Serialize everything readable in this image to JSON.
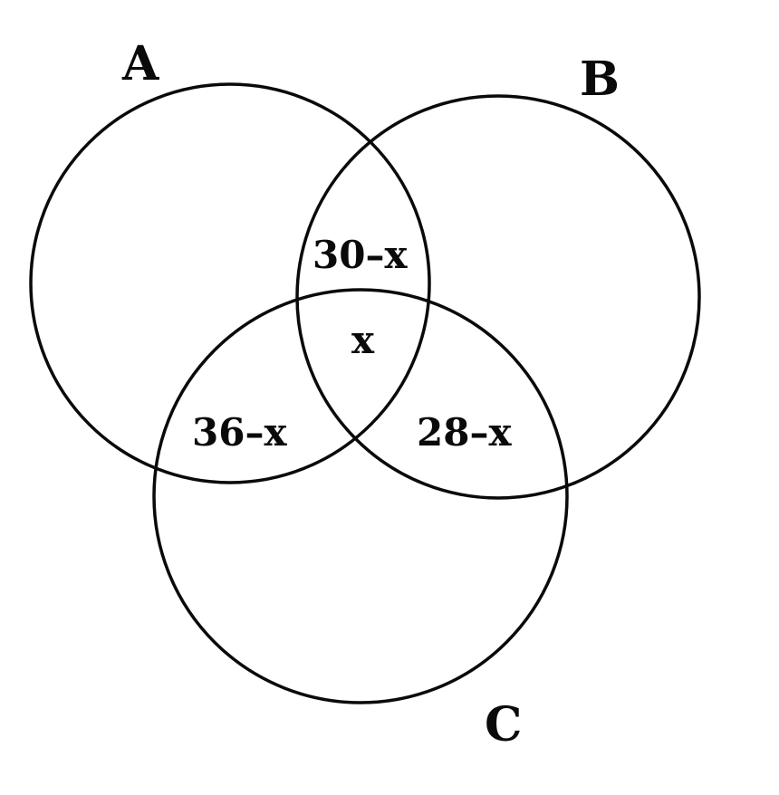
{
  "sets": [
    {
      "id": "A",
      "label": "A"
    },
    {
      "id": "B",
      "label": "B"
    },
    {
      "id": "C",
      "label": "C"
    }
  ],
  "regions": {
    "ab_only": "30–x",
    "abc": "x",
    "ac_only": "36–x",
    "bc_only": "28–x"
  },
  "colors": {
    "stroke": "#0a0a0a",
    "background": "#ffffff"
  }
}
